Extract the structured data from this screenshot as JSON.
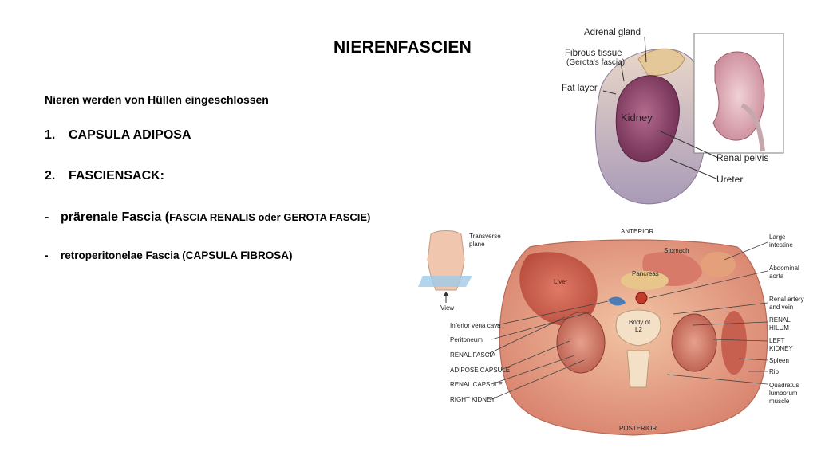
{
  "slide": {
    "title": "NIERENFASCIEN",
    "intro": "Nieren werden von Hüllen eingeschlossen",
    "numbered": [
      {
        "num": "1.",
        "text": "CAPSULA ADIPOSA"
      },
      {
        "num": "2.",
        "text": "FASCIENSACK:"
      }
    ],
    "bullets": [
      {
        "dash": "-",
        "lead": "prärenale Fascia (",
        "rest": "FASCIA RENALIS oder GEROTA FASCIE)"
      },
      {
        "dash": "-",
        "lead": "retroperitonelae Fascia (CAPSULA FIBROSA)"
      }
    ]
  },
  "figure_top": {
    "labels": {
      "adrenal": "Adrenal gland",
      "fibrous": "Fibrous tissue",
      "gerota": "(Gerota's fascia)",
      "fat": "Fat layer",
      "kidney": "Kidney",
      "pelvis": "Renal pelvis",
      "ureter": "Ureter"
    }
  },
  "figure_bottom": {
    "labels": {
      "anterior": "ANTERIOR",
      "posterior": "POSTERIOR",
      "transverse1": "Transverse",
      "transverse2": "plane",
      "view": "View",
      "stomach": "Stomach",
      "liver": "Liver",
      "pancreas": "Pancreas",
      "body1": "Body of",
      "body2": "L2",
      "ivc": "Inferior vena cava",
      "peritoneum": "Peritoneum",
      "renal_fascia": "RENAL FASCIA",
      "adipose_capsule": "ADIPOSE CAPSULE",
      "renal_capsule": "RENAL CAPSULE",
      "right_kidney": "RIGHT KIDNEY",
      "large1": "Large",
      "large2": "intestine",
      "aorta1": "Abdominal",
      "aorta2": "aorta",
      "artery1": "Renal artery",
      "artery2": "and vein",
      "hilum1": "RENAL",
      "hilum2": "HILUM",
      "left1": "LEFT",
      "left2": "KIDNEY",
      "spleen": "Spleen",
      "rib": "Rib",
      "quad1": "Quadratus",
      "quad2": "lumborum",
      "quad3": "muscle"
    }
  }
}
